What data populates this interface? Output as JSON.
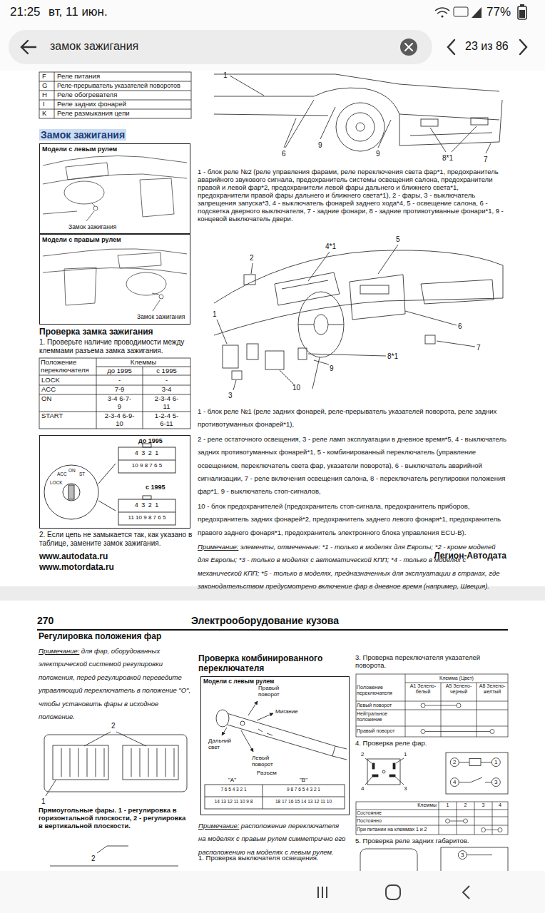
{
  "diagram": {
    "nodes": [
      {
        "text": [
          "замок зажигания"
        ]
      },
      {
        "text": [
          "Модели с левым рулем",
          "Замок зажигания"
        ]
      },
      {
        "text": [
          "Модели с правым рулем",
          "Замок зажигания"
        ]
      },
      {
        "text": [
          "до 1995",
          "с 1995"
        ]
      },
      {
        "text": [
          "Модели с левым рулем"
        ]
      }
    ],
    "labels": [
      "21:25",
      "вт, 11 июн.",
      "77%",
      "23 из 86",
      "F",
      "Реле питания",
      "G",
      "Реле-прерыватель указателей поворотов",
      "H",
      "Реле обогревателя",
      "I",
      "Реле задних фонарей",
      "K",
      "Реле размыкания цепи",
      "Замок зажигания",
      "Проверка замка зажигания",
      "1. Проверьте наличие проводимости между клеммами разъема замка зажигания.",
      "Положение переключателя",
      "Клеммы",
      "до 1995",
      "с 1995",
      "LOCK",
      "-",
      "-",
      "ACC",
      "7-9",
      "3-4",
      "ON",
      "3-4 6-7-9",
      "2-3-4 6-11",
      "START",
      "2-3-4 6-9-10",
      "1-2-4 5-6-11",
      "LOCK",
      "ACC",
      "ON",
      "ST",
      "4 3 2 1",
      "10 9 8 7 6 5",
      "4 3 2 1",
      "11 10 9 8 7 6 5",
      "2. Если цепь не замыкается так, как указано в таблице, замените замок зажигания.",
      "www.autodata.ru",
      "www.motordata.ru",
      "1",
      "6",
      "9",
      "9",
      "8*1",
      "7",
      "1 - блок реле №2 (реле управления фарами, реле переключения света фар*1, предохранитель аварийного звукового сигнала, предохранитель системы освещения салона, предохранители правой и левой фар*2, предохранители левой фары дальнего и ближнего света*1, предохранители правой фары дальнего и ближнего света*1), 2 - фары, 3 - выключатель запрещения запуска*3, 4 - выключатель фонарей заднего хода*4, 5 - освещение салона, 6 - подсветка дверного выключателя, 7 - задние фонари, 8 - задние противотуманные фонари*1, 9 - концевой выключатель двери.",
      "2",
      "4*1",
      "5",
      "1",
      "6",
      "7",
      "3",
      "8*1",
      "9",
      "10",
      "1 - блок реле №1 (реле задних фонарей, реле-прерыватель указателей поворота, реле задних противотуманных фонарей*1),",
      "2 - реле остаточного освещения, 3 - реле ламп эксплуатации в дневное время*5, 4 - выключатель задних противотуманных фонарей*1, 5 - комбинированный переключатель (управление освещением, переключатель света фар, указатели поворота), 6 - выключатель аварийной сигнализации, 7 - реле включения освещения салона, 8 - переключатель регулировки положения фар*1, 9 - выключатель стоп-сигналов,",
      "10 - блок предохранителей (предохранитель стоп-сигнала, предохранитель приборов, предохранитель задних фонарей*2, предохранитель заднего левого фонаря*1, предохранитель правого заднего фонаря*1, предохранитель электронного блока управления ECU-B).",
      "Примечание:",
      "элементы, отмеченные: *1 - только в моделях для Европы; *2 - кроме моделей для Европы; *3 - только в моделях с автоматической КПП; *4 - только в моделях с механической КПП; *5 - только в моделях, предназначенных для эксплуатации в странах, где законодательством предусмотрено включение фар в дневное время (например, Швеция).",
      "Легион-Автодата",
      "270",
      "Электрооборудование кузова",
      "Регулировка положения фар",
      "Примечание:",
      "для фар, оборудованных электрической системой регулировки положения, перед регулировкой переведите управляющий переключатель в положение \"О\", чтобы установить фары в исходное положение.",
      "2",
      "1",
      "Прямоугольные фары. 1 - регулировка в горизонтальной плоскости, 2 - регулировка в вертикальной плоскости.",
      "2",
      "Проверка комбинированного переключателя",
      "Правый поворот",
      "Мигание",
      "Дальний свет",
      "Левый поворот",
      "Разъем",
      "\"A\"",
      "\"B\"",
      "7 6 5 4 3 2 1",
      "14 13 12 11 10 9 8",
      "9 8 7 6 5 4 3 2 1",
      "18 17 16 15 14 13 12 11 10",
      "Примечание:",
      "расположение переключателя на моделях с правым рулем симметрично его расположению на моделях с левым рулем.",
      "1. Проверка выключателя освещения.",
      "3. Проверка переключателя указателей поворота.",
      "Положение переключателя",
      "Клемма (Цвет)",
      "A1 Зелено-белый",
      "A5 Зелено-черный",
      "A8 Зелено-желтый",
      "Левый поворот",
      "Нейтральное положение",
      "Правый поворот",
      "4. Проверка реле фар.",
      "2",
      "1",
      "4",
      "3",
      "2",
      "1",
      "4",
      "3",
      "Клеммы",
      "1",
      "2",
      "3",
      "4",
      "Состояние",
      "Постоянно",
      "При питании на клеммах 1 и 2",
      "5. Проверка реле задних габаритов.",
      "3"
    ]
  }
}
